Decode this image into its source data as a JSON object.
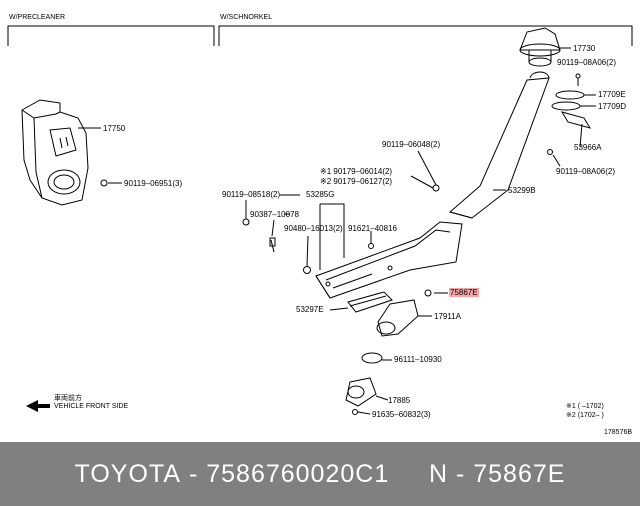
{
  "sections": {
    "left": "W/PRECLEANER",
    "right": "W/SCHNORKEL"
  },
  "labels": {
    "p17750": "17750",
    "p90119_06951": "90119–06951(3)",
    "p17730": "17730",
    "p90119_08a06_top": "90119–08A06(2)",
    "p17709e": "17709E",
    "p17709d": "17709D",
    "p53966a": "53966A",
    "p90119_08a06_bot": "90119–08A06(2)",
    "p53299b": "53299B",
    "p90119_06048": "90119–06048(2)",
    "p90179_06014": "※1 90179–06014(2)",
    "p90179_06127": "※2 90179–06127(2)",
    "p90119_08518": "90119–08518(2)",
    "p53285g": "53285G",
    "p90387": "90387–10078",
    "p90480": "90480–16013(2)",
    "p91621": "91621–40816",
    "p75867e": "75867E",
    "p53297e": "53297E",
    "p17911a": "17911A",
    "p96111": "96111–10930",
    "p17885": "17885",
    "p91635": "91635–60832(3)"
  },
  "orientation": {
    "jp": "車両前方",
    "en": "VEHICLE FRONT SIDE"
  },
  "legend": {
    "n1": "※1 (    –1702)",
    "n2": "※2 (1702–    )"
  },
  "diagram_id": "178576B",
  "footer": {
    "brand": "TOYOTA",
    "part_number": "7586760020C1",
    "ref": "N",
    "code": "75867E"
  },
  "colors": {
    "footer_bg": "#808080",
    "highlight": "#f4a6a6"
  }
}
